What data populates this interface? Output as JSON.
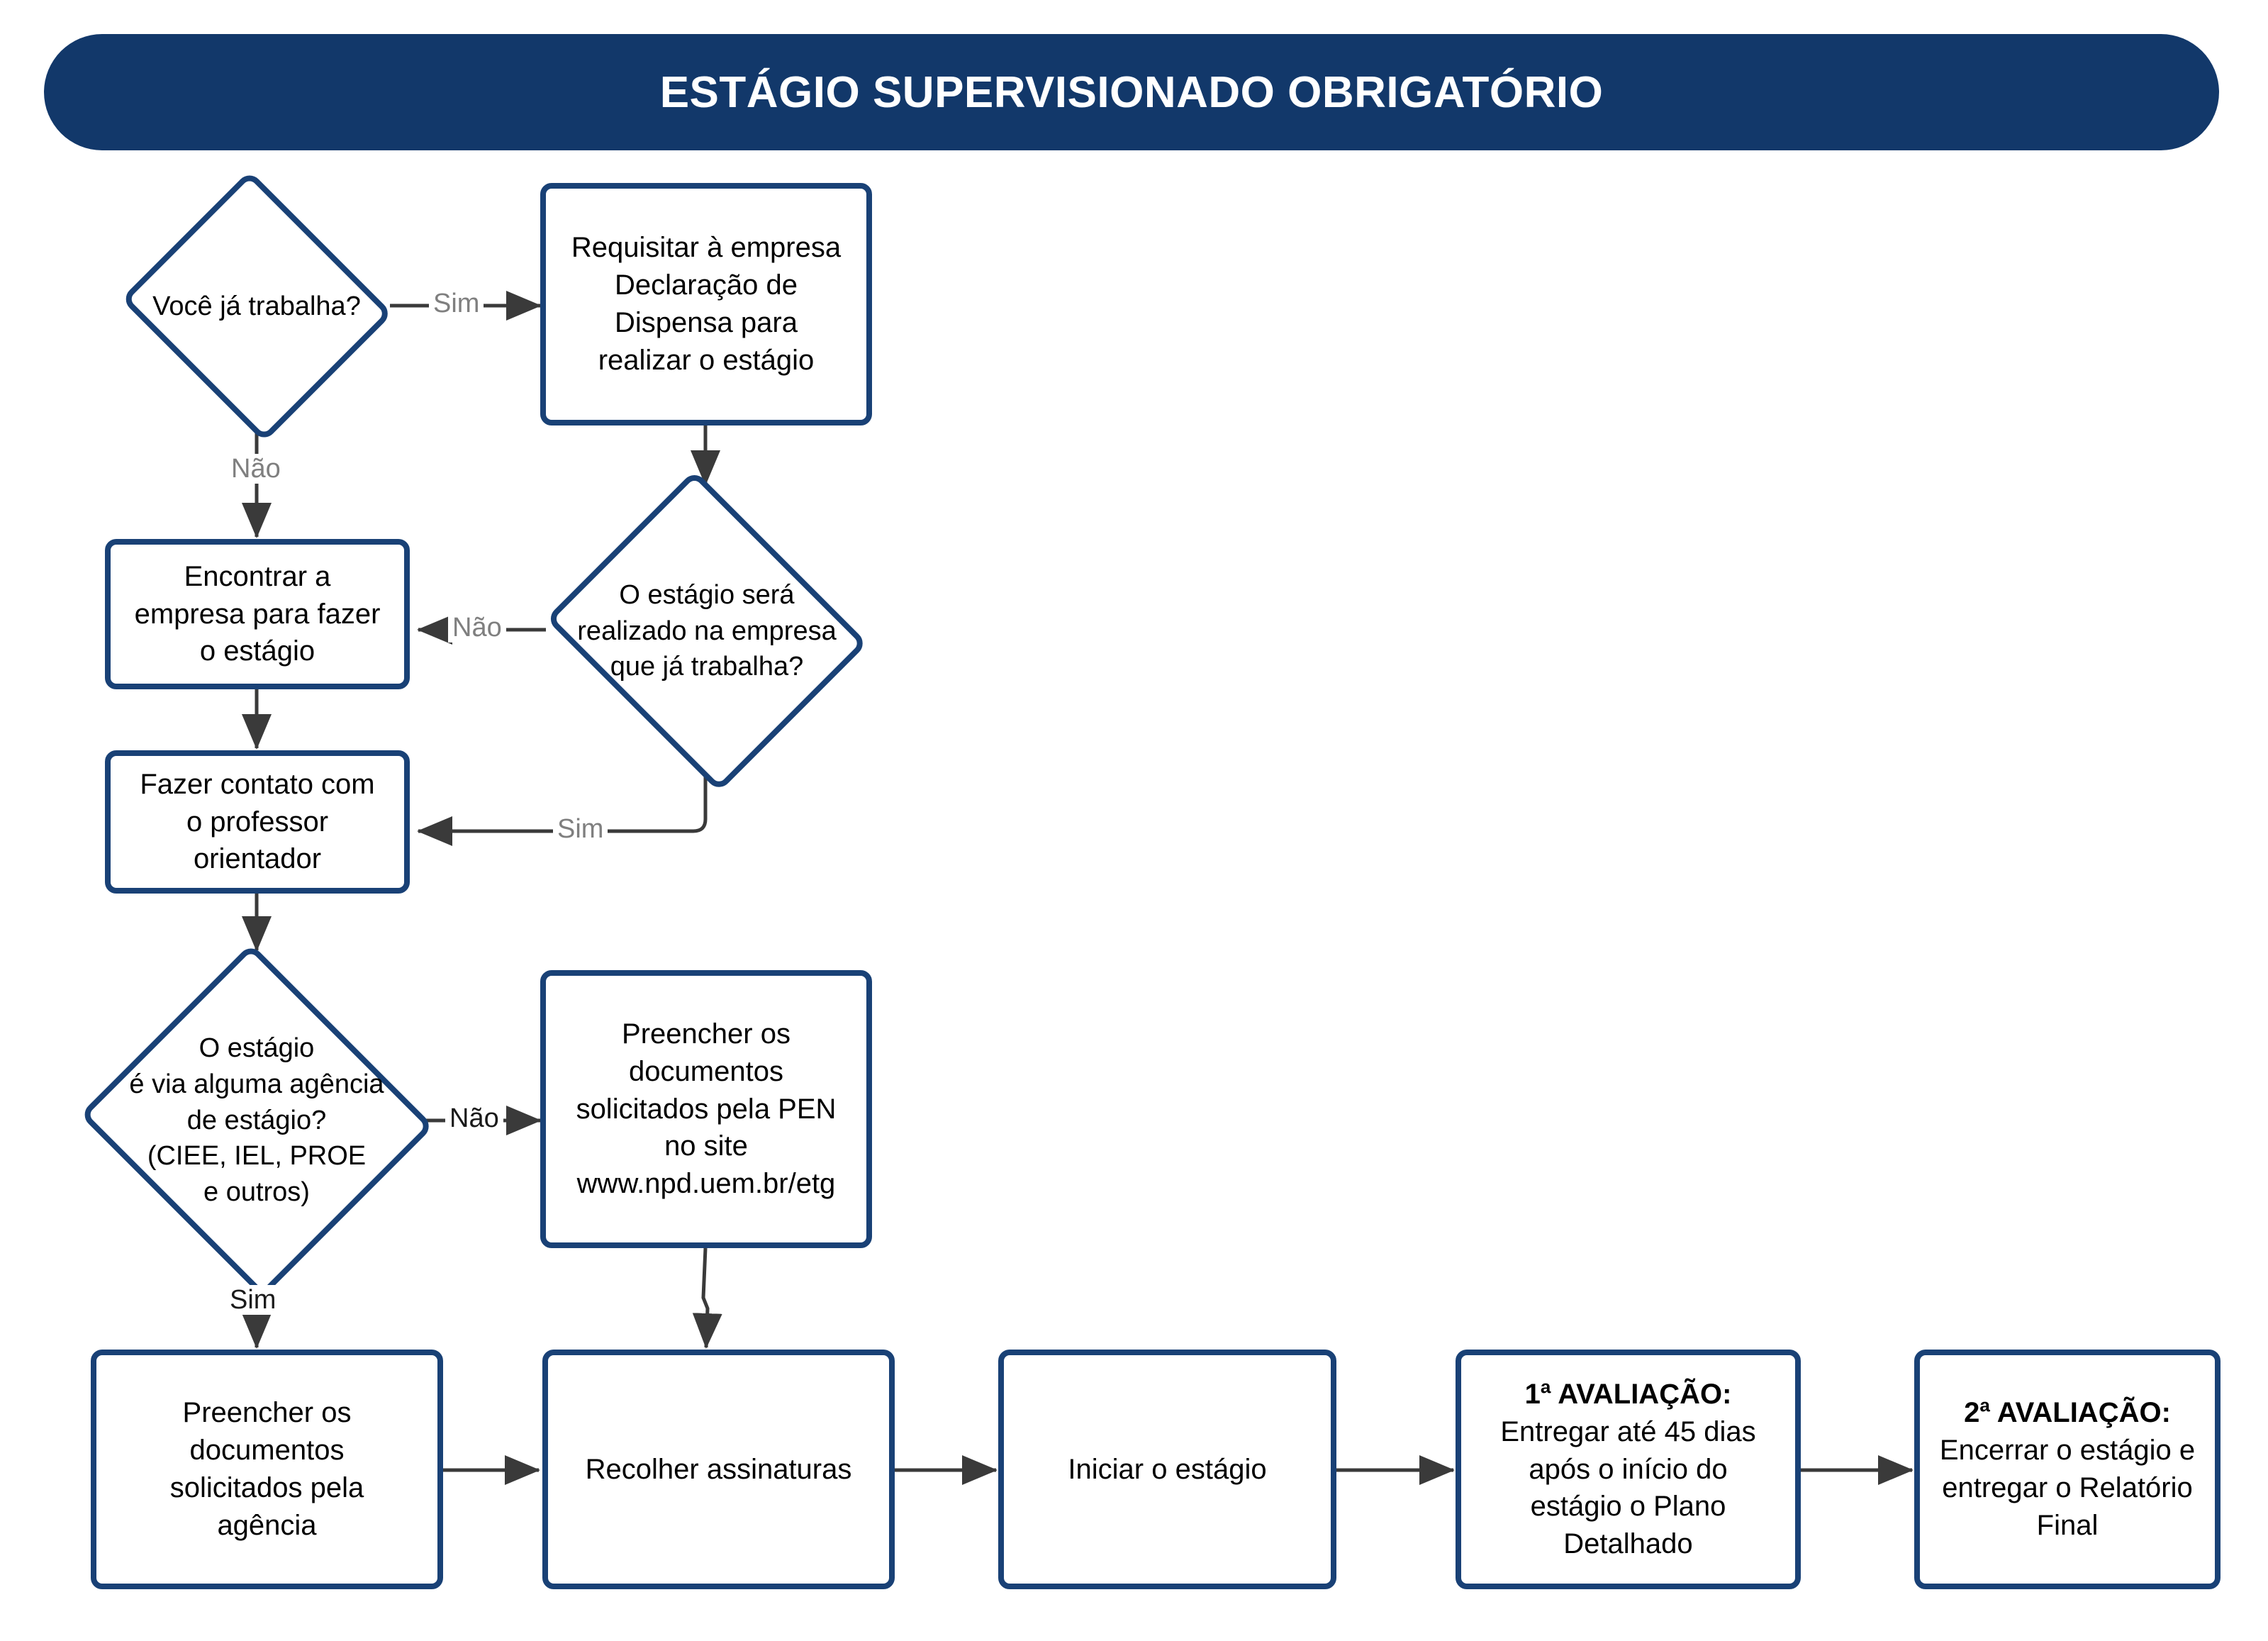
{
  "title": {
    "text": "ESTÁGIO SUPERVISIONADO OBRIGATÓRIO",
    "background_color": "#12386a",
    "text_color": "#ffffff"
  },
  "theme": {
    "node_border_color": "#194176",
    "node_fill_color": "#ffffff",
    "text_color": "#000000",
    "edge_color": "#3a3a3a",
    "edge_label_color": "#7f7f7f"
  },
  "nodes": {
    "d1_ja_trabalha": {
      "type": "decision",
      "text": "Você já trabalha?"
    },
    "p1_requisitar": {
      "type": "process",
      "text": "Requisitar à empresa\nDeclaração de\nDispensa para\nrealizar o estágio"
    },
    "d2_estagio_empresa": {
      "type": "decision",
      "text": "O estágio será\nrealizado na empresa\nque já trabalha?"
    },
    "p2_encontrar_empresa": {
      "type": "process",
      "text": "Encontrar a\nempresa para fazer\no estágio"
    },
    "p3_contato_professor": {
      "type": "process",
      "text": "Fazer contato com\no professor\norientador"
    },
    "d3_agencia": {
      "type": "decision",
      "text": "O estágio\né via alguma agência\nde estágio?\n(CIEE, IEL, PROE\ne outros)"
    },
    "p4_docs_pen": {
      "type": "process",
      "text": "Preencher  os\ndocumentos\nsolicitados pela PEN\nno site\nwww.npd.uem.br/etg"
    },
    "p5_docs_agencia": {
      "type": "process",
      "text": "Preencher os\ndocumentos\nsolicitados pela\nagência"
    },
    "p6_recolher_assinaturas": {
      "type": "process",
      "text": "Recolher assinaturas"
    },
    "p7_iniciar_estagio": {
      "type": "process",
      "text": "Iniciar o estágio"
    },
    "p8_avaliacao1": {
      "type": "process",
      "heading": "1ª AVALIAÇÃO:",
      "text": "Entregar até 45 dias\napós o início do\nestágio o Plano\nDetalhado"
    },
    "p9_avaliacao2": {
      "type": "process",
      "heading": "2ª AVALIAÇÃO:",
      "text": "Encerrar o estágio e\nentregar o Relatório\nFinal"
    }
  },
  "edge_labels": {
    "sim_trabalha": "Sim",
    "nao_trabalha": "Não",
    "nao_empresa": "Não",
    "sim_empresa": "Sim",
    "nao_agencia": "Não",
    "sim_agencia": "Sim"
  }
}
